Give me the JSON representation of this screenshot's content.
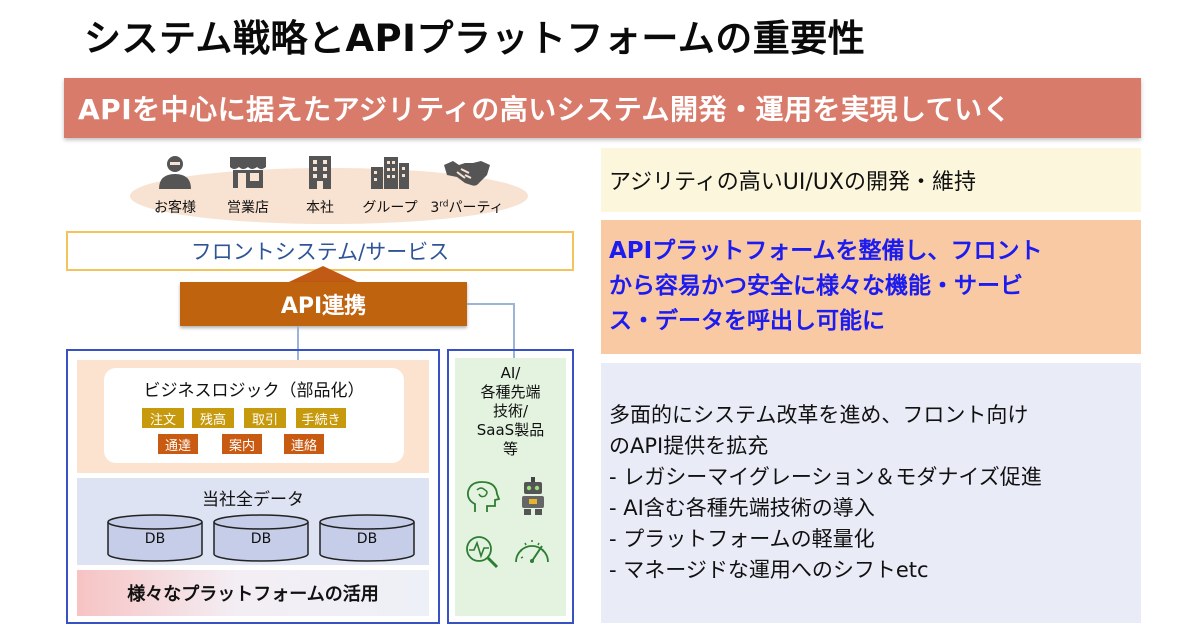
{
  "title": "システム戦略とAPIプラットフォームの重要性",
  "banner": "APIを中心に据えたアジリティの高いシステム開発・運用を実現していく",
  "users": [
    {
      "icon": "person-icon",
      "label": "お客様"
    },
    {
      "icon": "store-icon",
      "label": "営業店"
    },
    {
      "icon": "building-icon",
      "label": "本社"
    },
    {
      "icon": "buildings-icon",
      "label": "グループ"
    },
    {
      "icon": "handshake-icon",
      "label_num": "3",
      "label_sup": "rd",
      "label_rest": "パーティ"
    }
  ],
  "front_system": "フロントシステム/サービス",
  "api_link": "API連携",
  "business_logic": {
    "title": "ビジネスロジック（部品化）",
    "tags_row1": [
      "注文",
      "残高",
      "取引",
      "手続き"
    ],
    "tags_row2": [
      "通達",
      "案内",
      "連絡"
    ]
  },
  "data": {
    "title": "当社全データ",
    "dbs": [
      "DB",
      "DB",
      "DB"
    ]
  },
  "platform": "様々なプラットフォームの活用",
  "ai_box": {
    "lines": [
      "AI/",
      "各種先端",
      "技術/",
      "SaaS製品",
      "等"
    ],
    "icons": [
      "brain-icon",
      "robot-icon",
      "analytics-icon",
      "gauge-icon"
    ]
  },
  "right_panels": {
    "panel1": "アジリティの高いUI/UXの開発・維持",
    "panel2_lines": [
      "APIプラットフォームを整備し、フロント",
      "から容易かつ安全に様々な機能・サービ",
      "ス・データを呼出し可能に"
    ],
    "panel3_lines": [
      "多面的にシステム改革を進め、フロント向け",
      "のAPI提供を拡充",
      "- レガシーマイグレーション＆モダナイズ促進",
      "- AI含む各種先端技術の導入",
      "- プラットフォームの軽量化",
      "- マネージドな運用へのシフトetc"
    ]
  },
  "colors": {
    "banner": "#d97b6b",
    "api_bar": "#c0630f",
    "frame_blue": "#3852c4",
    "highlight_text": "#1c1cf0",
    "tag_gold": "#c79a0e",
    "tag_orange": "#c95a11"
  }
}
